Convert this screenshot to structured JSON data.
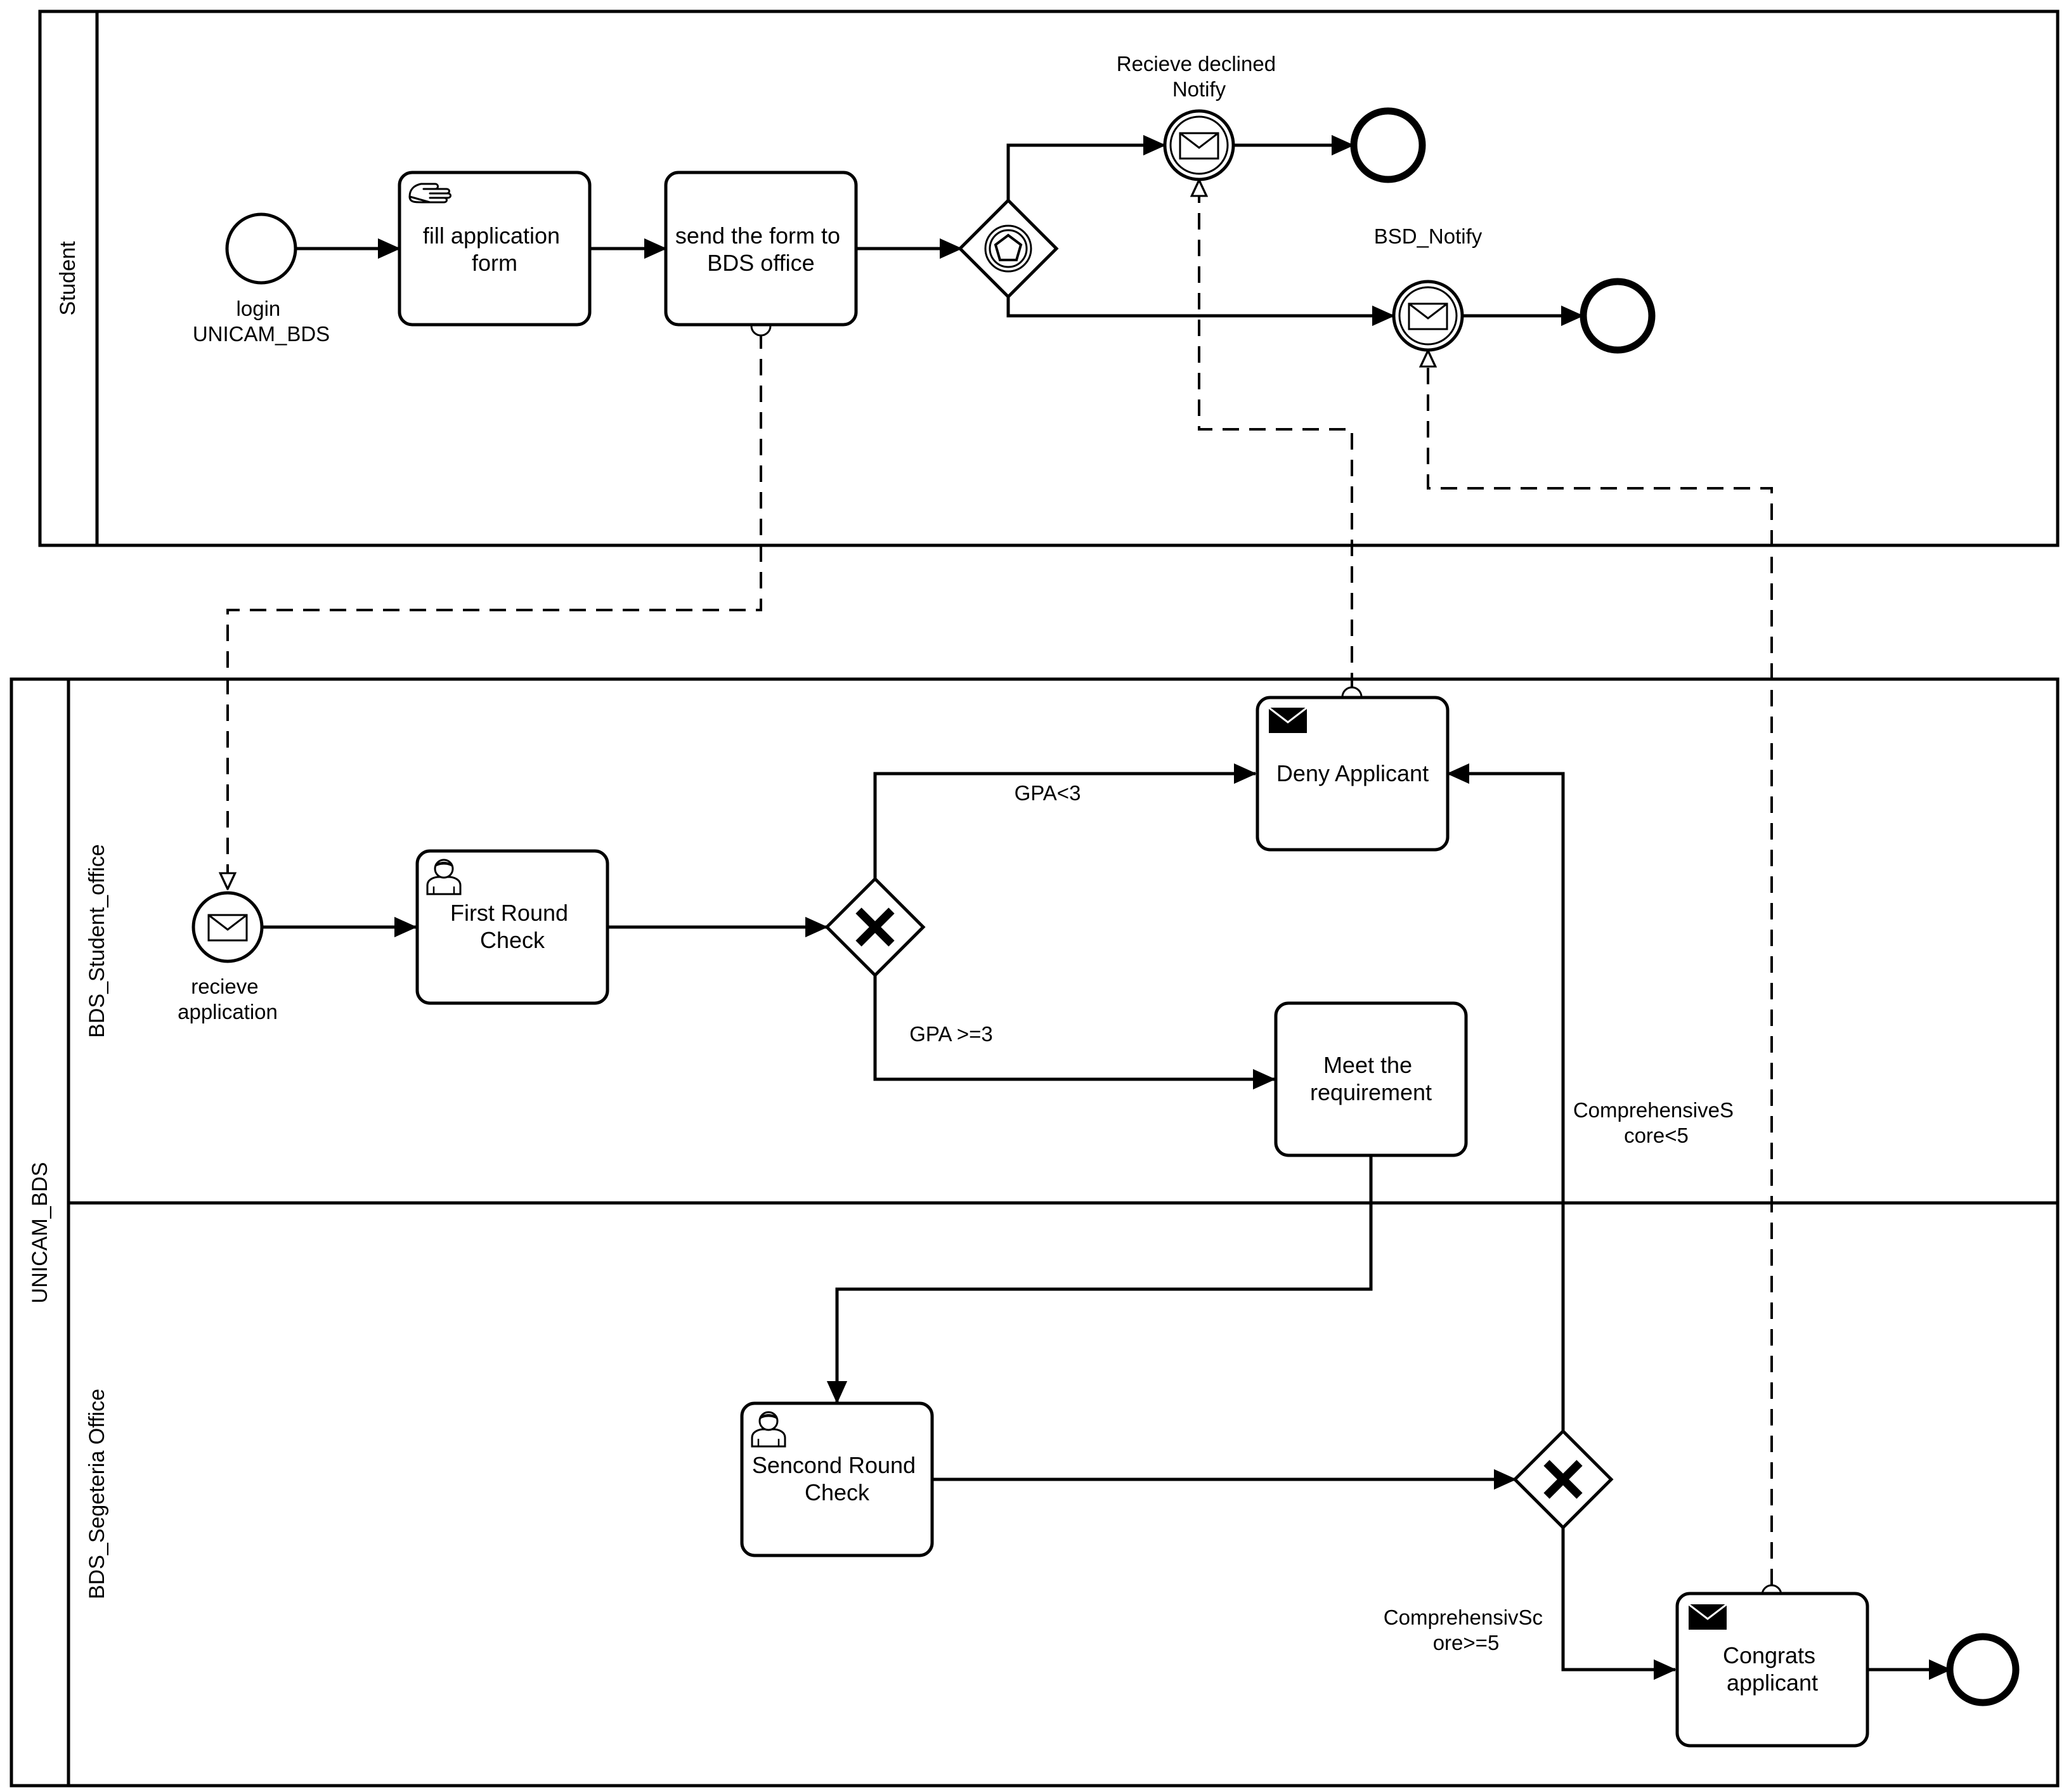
{
  "pools": {
    "student": "Student",
    "unicam": "UNICAM_BDS"
  },
  "lanes": {
    "office": "BDS_Student_office",
    "segeteria": "BDS_Segeteria Office"
  },
  "events": {
    "login": [
      "login",
      "UNICAM_BDS"
    ],
    "declined": [
      "Recieve declined",
      "Notify"
    ],
    "bsd": [
      "BSD_Notify"
    ],
    "receive": [
      "recieve",
      "application"
    ]
  },
  "tasks": {
    "fill": [
      "fill application",
      "form"
    ],
    "send": [
      "send the form to",
      "BDS office"
    ],
    "deny": [
      "Deny Applicant"
    ],
    "first": [
      "First Round",
      "Check"
    ],
    "meet": [
      "Meet the",
      "requirement"
    ],
    "second": [
      "Sencond Round",
      "Check"
    ],
    "congrats": [
      "Congrats",
      "applicant"
    ]
  },
  "conditions": {
    "gpa_low": [
      "GPA<3"
    ],
    "gpa_ok": [
      "GPA >=3"
    ],
    "score_low": [
      "ComprehensiveS",
      "core<5"
    ],
    "score_ok": [
      "ComprehensivSc",
      "ore>=5"
    ]
  },
  "icons": {
    "manual": "hand-icon",
    "user": "user-icon",
    "send": "envelope-filled-icon",
    "message": "envelope-icon",
    "event_gateway": "pentagon-icon",
    "xor": "x-icon"
  }
}
